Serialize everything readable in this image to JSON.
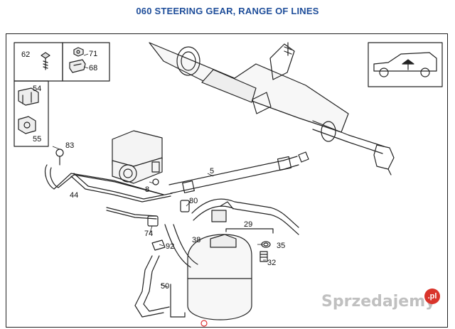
{
  "title": "060 STEERING GEAR, RANGE OF LINES",
  "parts": {
    "p62": "62",
    "p71": "71",
    "p68": "68",
    "p54": "54",
    "p55": "55",
    "p83": "83",
    "p44": "44",
    "p8": "8",
    "p5": "5",
    "p80": "80",
    "p74": "74",
    "p92": "92",
    "p38": "38",
    "p29": "29",
    "p35": "35",
    "p32": "32",
    "p50": "50"
  },
  "watermark": {
    "text": "Sprzedajemy",
    "badge": ".pl"
  }
}
